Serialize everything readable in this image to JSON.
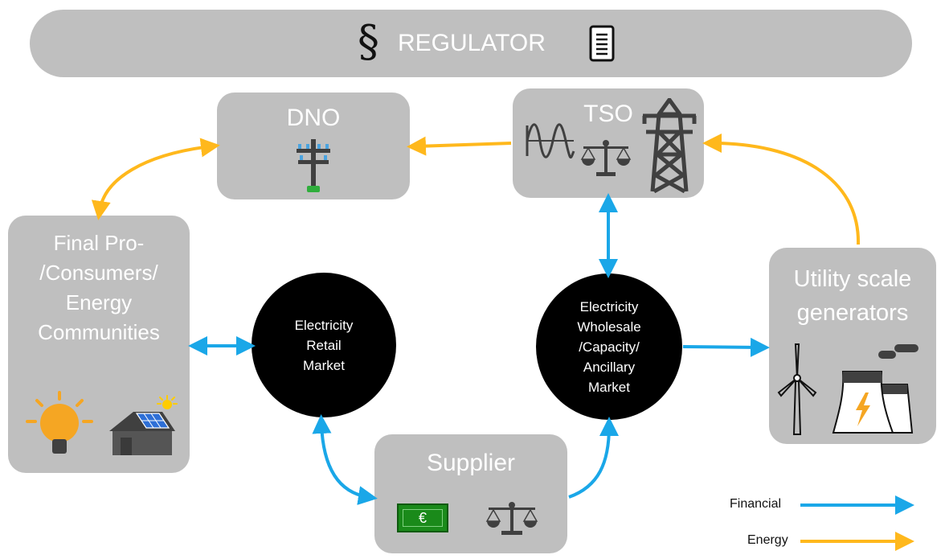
{
  "regulator": {
    "label": "REGULATOR",
    "section_symbol": "§"
  },
  "dno": {
    "title": "DNO"
  },
  "tso": {
    "title": "TSO"
  },
  "consumers": {
    "title": "Final Pro-\n/Consumers/\nEnergy\nCommunities"
  },
  "utility": {
    "title": "Utility scale\ngenerators"
  },
  "supplier": {
    "title": "Supplier",
    "currency": "€"
  },
  "retail_market": {
    "label": "Electricity\nRetail\nMarket"
  },
  "wholesale_market": {
    "label": "Electricity\nWholesale\n/Capacity/\nAncillary\nMarket"
  },
  "legend": {
    "financial": {
      "label": "Financial",
      "color": "#1aa7e8"
    },
    "energy": {
      "label": "Energy",
      "color": "#ffb81c"
    }
  },
  "colors": {
    "box": "#bfbfbf",
    "circle": "#000000",
    "icon_dark": "#404040",
    "euro_bg": "#1a8a1a",
    "bulb": "#f5a623",
    "sun": "#ffcc00",
    "solar_panel": "#2e6fd6",
    "insulator_blue": "#4aa3df",
    "pole_green": "#2fae3c"
  }
}
